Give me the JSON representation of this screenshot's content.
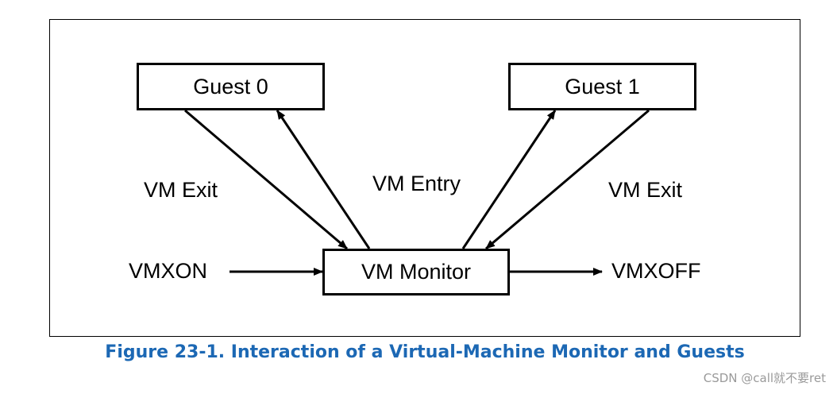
{
  "diagram": {
    "nodes": {
      "guest0": "Guest 0",
      "guest1": "Guest 1",
      "monitor": "VM Monitor"
    },
    "labels": {
      "vm_exit_left": "VM Exit",
      "vm_entry": "VM Entry",
      "vm_exit_right": "VM Exit",
      "vmxon": "VMXON",
      "vmxoff": "VMXOFF"
    },
    "edges": [
      {
        "from": "guest0",
        "to": "monitor",
        "label": "VM Exit"
      },
      {
        "from": "monitor",
        "to": "guest0",
        "label": "VM Entry"
      },
      {
        "from": "monitor",
        "to": "guest1",
        "label": "VM Entry"
      },
      {
        "from": "guest1",
        "to": "monitor",
        "label": "VM Exit"
      },
      {
        "from": "vmxon",
        "to": "monitor"
      },
      {
        "from": "monitor",
        "to": "vmxoff"
      }
    ]
  },
  "caption": "Figure 23-1.  Interaction of a Virtual-Machine Monitor and Guests",
  "watermark": "CSDN @call就不要ret",
  "colors": {
    "caption": "#1c68b4",
    "watermark": "#9a9a9a",
    "lines": "#000000"
  }
}
